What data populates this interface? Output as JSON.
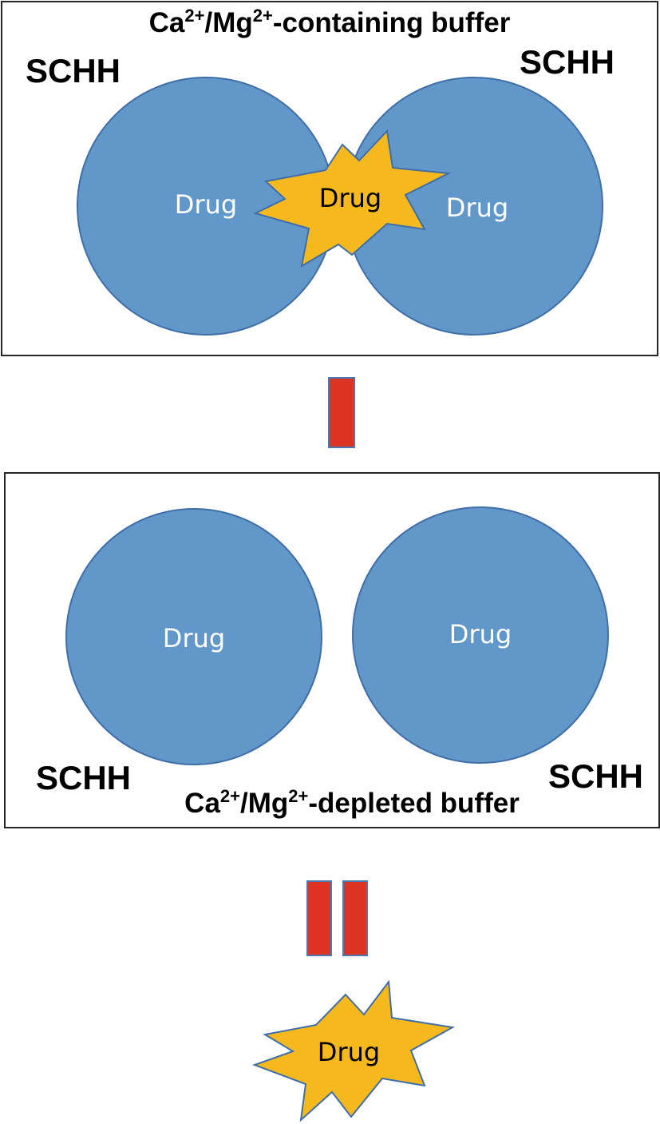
{
  "top_panel": {
    "title": {
      "part1": "Ca",
      "sup1": "2+",
      "part2": "/Mg",
      "sup2": "2+",
      "part3": "-containing buffer"
    },
    "left_cell_label": "SCHH",
    "right_cell_label": "SCHH",
    "left_cell_content": "Drug",
    "right_cell_content": "Drug",
    "junction_content": "Drug"
  },
  "bottom_panel": {
    "title": {
      "part1": "Ca",
      "sup1": "2+",
      "part2": "/Mg",
      "sup2": "2+",
      "part3": "-depleted buffer"
    },
    "left_cell_label": "SCHH",
    "right_cell_label": "SCHH",
    "left_cell_content": "Drug",
    "right_cell_content": "Drug"
  },
  "released": {
    "content": "Drug"
  },
  "colors": {
    "cell_fill": "#6197c9",
    "cell_stroke": "#3f6ea8",
    "burst_fill": "#f5b91e",
    "bar_fill": "#dc3323"
  }
}
